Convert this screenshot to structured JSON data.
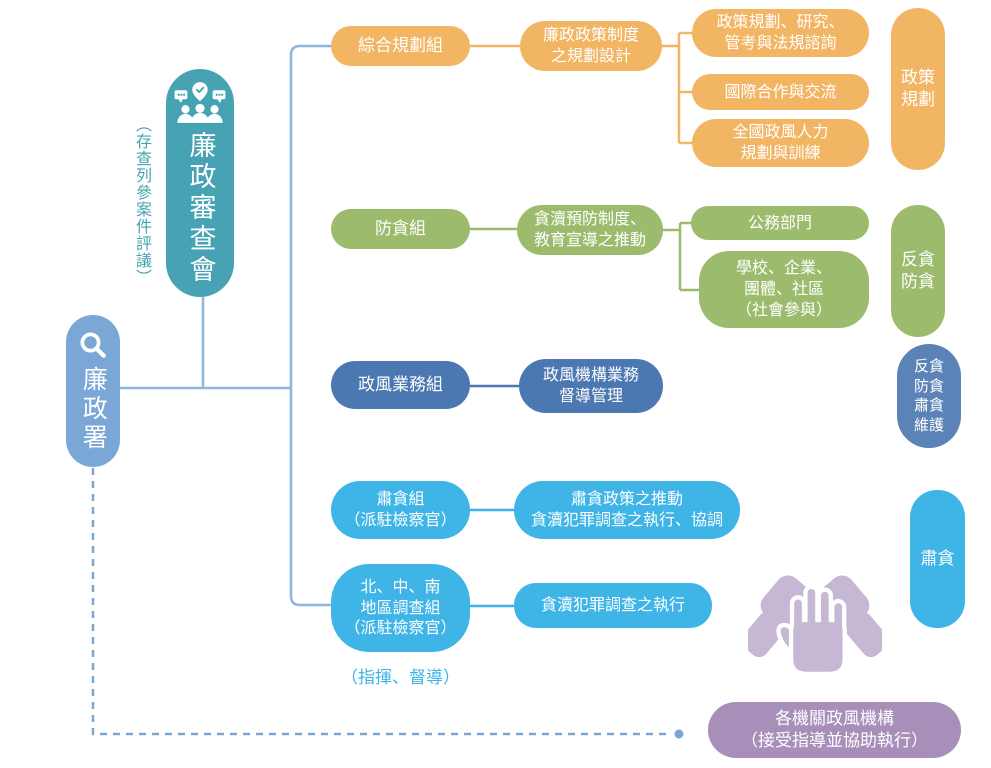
{
  "colors": {
    "connector_blue": "#8FB4DE",
    "root_blue": "#7BA7D7",
    "teal": "#47A3B4",
    "orange": "#F2B564",
    "green": "#9CBB6D",
    "steel_blue": "#4C78B1",
    "steel_blue_light": "#5B83B7",
    "cyan": "#3EB4E7",
    "purple": "#A78FBA",
    "lavender": "#C6B7D5"
  },
  "root": {
    "label": "廉政署",
    "icon": "magnifier-icon"
  },
  "review_committee": {
    "label": "廉政審查會",
    "side_note": "（存查列參案件評議）",
    "icon": "committee-people-icon"
  },
  "divisions": [
    {
      "group": {
        "lines": [
          "綜合規劃組"
        ]
      },
      "task": {
        "lines": [
          "廉政政策制度",
          "之規劃設計"
        ]
      },
      "subs": [
        {
          "lines": [
            "政策規劃、研究、",
            "管考與法規諮詢"
          ]
        },
        {
          "lines": [
            "國際合作與交流"
          ]
        },
        {
          "lines": [
            "全國政風人力",
            "規劃與訓練"
          ]
        }
      ]
    },
    {
      "group": {
        "lines": [
          "防貪組"
        ]
      },
      "task": {
        "lines": [
          "貪瀆預防制度、",
          "教育宣導之推動"
        ]
      },
      "subs": [
        {
          "lines": [
            "公務部門"
          ]
        },
        {
          "lines": [
            "學校、企業、",
            "團體、社區",
            "（社會參與）"
          ]
        }
      ]
    },
    {
      "group": {
        "lines": [
          "政風業務組"
        ]
      },
      "task": {
        "lines": [
          "政風機構業務",
          "督導管理"
        ]
      }
    },
    {
      "group": {
        "lines": [
          "肅貪組",
          "（派駐檢察官）"
        ]
      },
      "task": {
        "lines": [
          "肅貪政策之推動",
          "貪瀆犯罪調查之執行、協調"
        ]
      }
    },
    {
      "group": {
        "lines": [
          "北、中、南",
          "地區調查組",
          "（派駐檢察官）"
        ]
      },
      "task": {
        "lines": [
          "貪瀆犯罪調查之執行"
        ]
      },
      "footnote": "（指揮、督導）"
    }
  ],
  "categories": [
    {
      "lines": [
        "政策",
        "規劃"
      ]
    },
    {
      "lines": [
        "反貪",
        "防貪"
      ]
    },
    {
      "lines": [
        "反貪",
        "防貪",
        "肅貪",
        "維護"
      ]
    },
    {
      "lines": [
        "肅貪"
      ]
    }
  ],
  "external_agency": {
    "lines": [
      "各機關政風機構",
      "（接受指導並協助執行）"
    ],
    "icon": "hands-together-icon"
  }
}
